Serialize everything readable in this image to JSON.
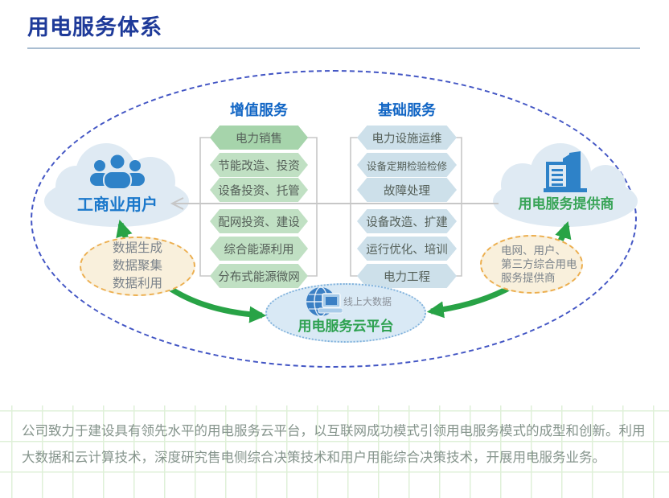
{
  "title": "用电服务体系",
  "diagram": {
    "left_cloud_label": "工商业用户",
    "right_cloud_label": "用电服务提供商",
    "value_added_header": "增值服务",
    "value_added_items": [
      "电力销售",
      "节能改造、投资",
      "设备投资、托管",
      "配网投资、建设",
      "综合能源利用",
      "分布式能源微网"
    ],
    "basic_header": "基础服务",
    "basic_items": [
      "电力设施运维",
      "设备定期检验检修",
      "故障处理",
      "设备改造、扩建",
      "运行优化、培训",
      "电力工程"
    ],
    "left_data_lines": [
      "数据生成",
      "数据聚集",
      "数据利用"
    ],
    "right_data_lines": [
      "电网、用户、",
      "第三方综合用电",
      "服务提供商"
    ],
    "platform_tag": "线上大数据",
    "platform_label": "用电服务云平台"
  },
  "footer_text": "公司致力于建设具有领先水平的用电服务云平台，以互联网成功模式引领用电服务模式的成型和创新。利用大数据和云计算技术，深度研究售电侧综合决策技术和用户用能综合决策技术，开展用电服务业务。",
  "colors": {
    "title": "#1e3a99",
    "header_blue": "#1266c5",
    "hex_green": "#c0e0c3",
    "hex_green_first": "#a6d4ab",
    "hex_blue": "#cde0ea",
    "cloud_fill": "#dfeaf3",
    "icon_blue": "#2e82c8",
    "users_label": "#1b78cb",
    "provider_label": "#38a457",
    "platform_fill": "#d9e9f5",
    "platform_label": "#2da150",
    "data_bubble_fill": "#f9f0dc",
    "data_bubble_border": "#ecae4e",
    "green_arrow": "#28a346",
    "gray_line": "#c7c7c7",
    "outer_dashed": "#4255c4",
    "footer_text": "#85948c"
  }
}
